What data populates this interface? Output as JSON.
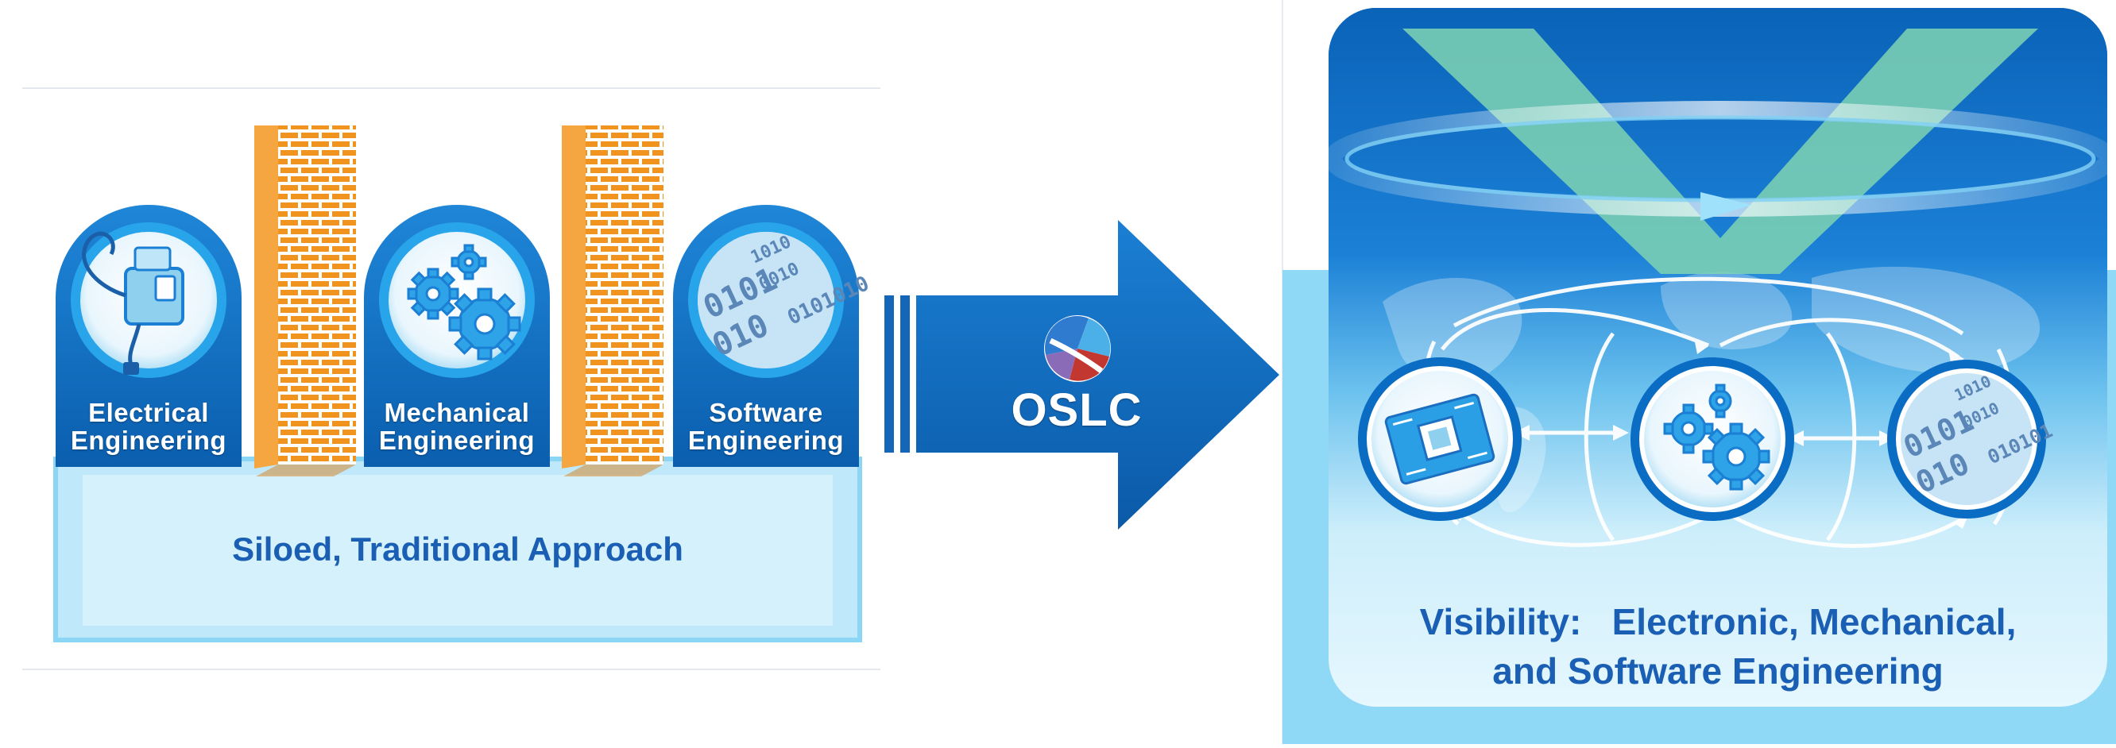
{
  "left_panel": {
    "disciplines": [
      {
        "line1": "Electrical",
        "line2": "Engineering",
        "icon": "power-supply-icon"
      },
      {
        "line1": "Mechanical",
        "line2": "Engineering",
        "icon": "gears-icon"
      },
      {
        "line1": "Software",
        "line2": "Engineering",
        "icon": "binary-code-icon"
      }
    ],
    "caption": "Siloed, Traditional Approach"
  },
  "arrow": {
    "label": "OSLC",
    "logo_icon": "oslc-logo-icon"
  },
  "right_panel": {
    "caption_line1": "Visibility:   Electronic, Mechanical,",
    "caption_line2": "and Software Engineering",
    "nodes": [
      "circuit-board-icon",
      "gears-icon",
      "binary-code-icon"
    ]
  },
  "colors": {
    "blue_dark": "#0a5fb0",
    "blue_mid": "#1a78d0",
    "blue_light": "#bfe9fa",
    "brick_orange": "#f0931f",
    "caption_blue": "#1a5fb4",
    "v_green": "#7fd3b3"
  }
}
